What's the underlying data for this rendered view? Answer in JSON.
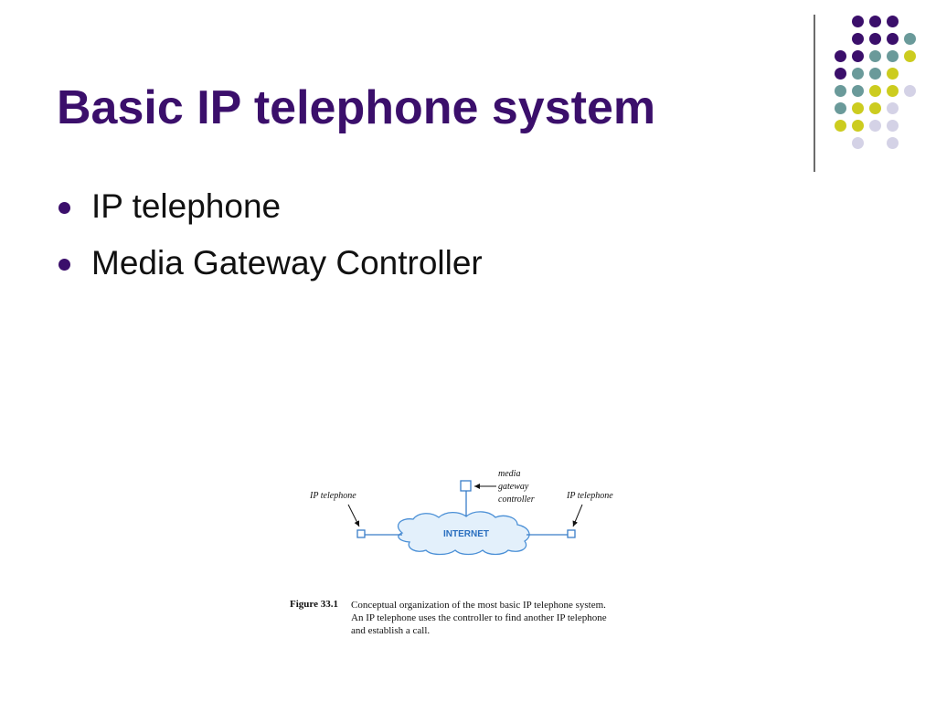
{
  "slide": {
    "title": "Basic IP telephone system",
    "bullets": [
      "IP telephone",
      "Media Gateway Controller"
    ]
  },
  "decoration": {
    "colors": {
      "purple": "#3b0f6b",
      "teal": "#6a9a9a",
      "yellow": "#cccc1f",
      "lavender": "#d4d2e6"
    },
    "dot_grid": [
      [
        "empty",
        "purple",
        "purple",
        "purple",
        "empty"
      ],
      [
        "empty",
        "purple",
        "purple",
        "purple",
        "teal"
      ],
      [
        "purple",
        "purple",
        "teal",
        "teal",
        "yellow"
      ],
      [
        "purple",
        "teal",
        "teal",
        "yellow",
        "empty"
      ],
      [
        "teal",
        "teal",
        "yellow",
        "yellow",
        "lavender"
      ],
      [
        "teal",
        "yellow",
        "yellow",
        "lavender",
        "empty"
      ],
      [
        "yellow",
        "yellow",
        "lavender",
        "lavender",
        "empty"
      ],
      [
        "empty",
        "lavender",
        "empty",
        "lavender",
        "empty"
      ]
    ]
  },
  "figure": {
    "left_label": "IP telephone",
    "right_label": "IP telephone",
    "controller_label": [
      "media",
      "gateway",
      "controller"
    ],
    "cloud_label": "INTERNET",
    "caption_head": "Figure 33.1",
    "caption_lines": [
      "Conceptual organization of the most basic IP telephone system.",
      "An IP telephone uses the controller to find another IP telephone",
      "and establish a call."
    ],
    "colors": {
      "cloud_fill": "#e3f0fb",
      "cloud_stroke": "#4a8fd6",
      "node_stroke": "#3a7ec8",
      "cloud_text": "#2a6fbf"
    }
  }
}
